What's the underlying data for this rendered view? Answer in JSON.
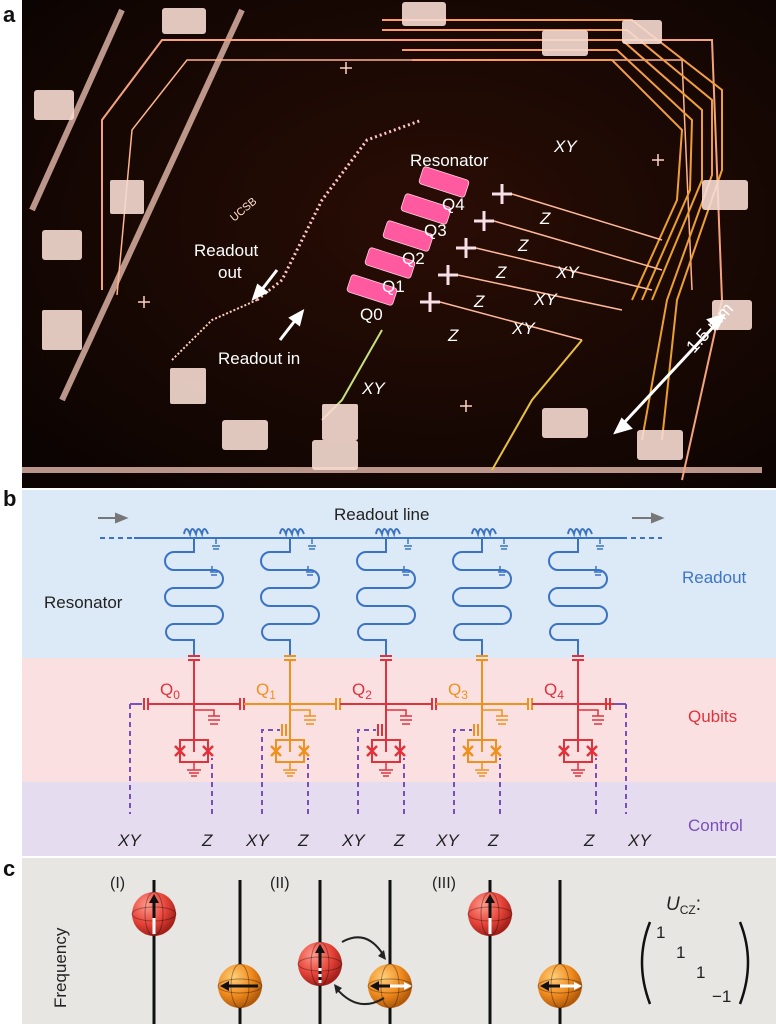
{
  "panels": {
    "a": {
      "letter": "a",
      "labels": {
        "resonator": "Resonator",
        "xy_top": "XY",
        "q4": "Q4",
        "q3": "Q3",
        "q2": "Q2",
        "q1": "Q1",
        "q0": "Q0",
        "z1": "Z",
        "z2": "Z",
        "z3": "Z",
        "z4": "Z",
        "z5": "Z",
        "xy1": "XY",
        "xy2": "XY",
        "xy3": "XY",
        "xy_bottom": "XY",
        "readout_out_1": "Readout",
        "readout_out_2": "out",
        "readout_in": "Readout in",
        "scale": "1.5 mm",
        "logo": "UCSB"
      }
    },
    "b": {
      "letter": "b",
      "readout_line": "Readout line",
      "resonator": "Resonator",
      "region_readout": "Readout",
      "region_qubits": "Qubits",
      "region_control": "Control",
      "qubits": [
        "Q0",
        "Q1",
        "Q2",
        "Q3",
        "Q4"
      ],
      "bottom_labels": [
        "XY",
        "Z",
        "XY",
        "Z",
        "XY",
        "Z",
        "XY",
        "Z",
        "Z",
        "XY"
      ],
      "colors": {
        "readout_bg": "#dce9f7",
        "qubits_bg": "#fbe0e2",
        "control_bg": "#e6dcef",
        "blue": "#3b73c4",
        "red": "#e0323c",
        "orange": "#f0911e",
        "purple": "#7a50b8",
        "text_blue": "#3d75c4",
        "text_red": "#e0323c",
        "text_purple": "#7a4fb8"
      }
    },
    "c": {
      "letter": "c",
      "frequency": "Frequency",
      "step_labels": [
        "(I)",
        "(II)",
        "(III)"
      ],
      "u_label": "U",
      "u_sub": "CZ",
      "u_colon": ":",
      "matrix": [
        "1",
        "1",
        "1",
        "−1"
      ]
    }
  }
}
